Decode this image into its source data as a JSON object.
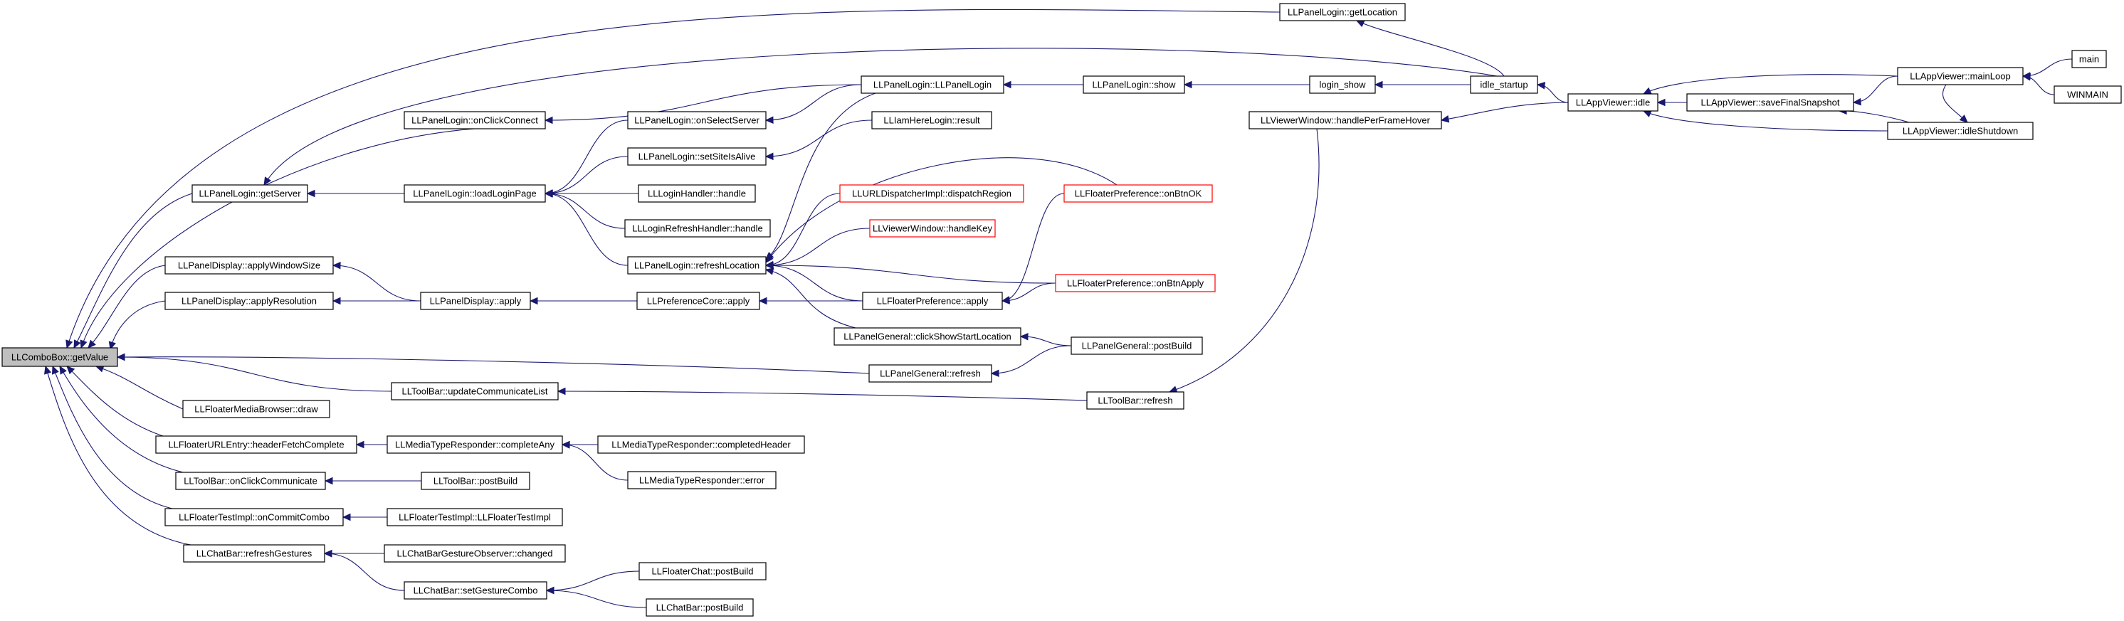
{
  "diagram": {
    "colors": {
      "edge": "#191970",
      "root_fill": "#bfbfbf",
      "truncated_border": "#ff0000",
      "border": "#000000"
    },
    "nodes": {
      "getValue": "LLComboBox::getValue",
      "getLocation": "LLPanelLogin::getLocation",
      "idle_startup": "idle_startup",
      "LLPanelLogin": "LLPanelLogin::LLPanelLogin",
      "show": "LLPanelLogin::show",
      "login_show": "login_show",
      "onClickConnect": "LLPanelLogin::onClickConnect",
      "onSelectServer": "LLPanelLogin::onSelectServer",
      "IamHereLogin": "LLIamHereLogin::result",
      "setSiteIsAlive": "LLPanelLogin::setSiteIsAlive",
      "getServer": "LLPanelLogin::getServer",
      "loadLoginPage": "LLPanelLogin::loadLoginPage",
      "LoginHandler": "LLLoginHandler::handle",
      "LoginRefreshHandler": "LLLoginRefreshHandler::handle",
      "URLDispatcher": "LLURLDispatcherImpl::dispatchRegion",
      "onBtnOK": "LLFloaterPreference::onBtnOK",
      "ViewerHandleKey": "LLViewerWindow::handleKey",
      "refreshLocation": "LLPanelLogin::refreshLocation",
      "applyWindowSize": "LLPanelDisplay::applyWindowSize",
      "applyResolution": "LLPanelDisplay::applyResolution",
      "PanelDisplayApply": "LLPanelDisplay::apply",
      "PreferenceCoreApply": "LLPreferenceCore::apply",
      "FloaterPreferenceApply": "LLFloaterPreference::apply",
      "onBtnApply": "LLFloaterPreference::onBtnApply",
      "clickShowStartLocation": "LLPanelGeneral::clickShowStartLocation",
      "PanelGeneralPostBuild": "LLPanelGeneral::postBuild",
      "PanelGeneralRefresh": "LLPanelGeneral::refresh",
      "updateCommunicateList": "LLToolBar::updateCommunicateList",
      "ToolBarRefresh": "LLToolBar::refresh",
      "FloaterMediaBrowserDraw": "LLFloaterMediaBrowser::draw",
      "headerFetchComplete": "LLFloaterURLEntry::headerFetchComplete",
      "completeAny": "LLMediaTypeResponder::completeAny",
      "completedHeader": "LLMediaTypeResponder::completedHeader",
      "responderError": "LLMediaTypeResponder::error",
      "onClickCommunicate": "LLToolBar::onClickCommunicate",
      "ToolBarPostBuild": "LLToolBar::postBuild",
      "onCommitCombo": "LLFloaterTestImpl::onCommitCombo",
      "FloaterTestImpl": "LLFloaterTestImpl::LLFloaterTestImpl",
      "refreshGestures": "LLChatBar::refreshGestures",
      "GestureObserverChanged": "LLChatBarGestureObserver::changed",
      "setGestureCombo": "LLChatBar::setGestureCombo",
      "FloaterChatPostBuild": "LLFloaterChat::postBuild",
      "ChatBarPostBuild": "LLChatBar::postBuild",
      "handlePerFrameHover": "LLViewerWindow::handlePerFrameHover",
      "AppViewerIdle": "LLAppViewer::idle",
      "saveFinalSnapshot": "LLAppViewer::saveFinalSnapshot",
      "mainLoop": "LLAppViewer::mainLoop",
      "idleShutdown": "LLAppViewer::idleShutdown",
      "main": "main",
      "WINMAIN": "WINMAIN"
    },
    "edges": [
      [
        "getLocation",
        "getValue"
      ],
      [
        "idle_startup",
        "getLocation"
      ],
      [
        "idle_startup",
        "getServer"
      ],
      [
        "onClickConnect",
        "getValue"
      ],
      [
        "LLPanelLogin",
        "onClickConnect"
      ],
      [
        "show",
        "LLPanelLogin"
      ],
      [
        "login_show",
        "show"
      ],
      [
        "idle_startup",
        "login_show"
      ],
      [
        "AppViewerIdle",
        "idle_startup"
      ],
      [
        "getServer",
        "getValue"
      ],
      [
        "loadLoginPage",
        "getServer"
      ],
      [
        "onSelectServer",
        "loadLoginPage"
      ],
      [
        "LLPanelLogin",
        "onSelectServer"
      ],
      [
        "setSiteIsAlive",
        "loadLoginPage"
      ],
      [
        "IamHereLogin",
        "setSiteIsAlive"
      ],
      [
        "LoginHandler",
        "loadLoginPage"
      ],
      [
        "LoginRefreshHandler",
        "loadLoginPage"
      ],
      [
        "refreshLocation",
        "loadLoginPage"
      ],
      [
        "LLPanelLogin",
        "refreshLocation"
      ],
      [
        "URLDispatcher",
        "refreshLocation"
      ],
      [
        "onBtnOK",
        "refreshLocation"
      ],
      [
        "ViewerHandleKey",
        "refreshLocation"
      ],
      [
        "FloaterPreferenceApply",
        "refreshLocation"
      ],
      [
        "onBtnApply",
        "refreshLocation"
      ],
      [
        "clickShowStartLocation",
        "refreshLocation"
      ],
      [
        "applyWindowSize",
        "getValue"
      ],
      [
        "applyResolution",
        "getValue"
      ],
      [
        "PanelDisplayApply",
        "applyWindowSize"
      ],
      [
        "PanelDisplayApply",
        "applyResolution"
      ],
      [
        "PreferenceCoreApply",
        "PanelDisplayApply"
      ],
      [
        "FloaterPreferenceApply",
        "PreferenceCoreApply"
      ],
      [
        "onBtnOK",
        "FloaterPreferenceApply"
      ],
      [
        "onBtnApply",
        "FloaterPreferenceApply"
      ],
      [
        "PanelGeneralPostBuild",
        "clickShowStartLocation"
      ],
      [
        "PanelGeneralRefresh",
        "getValue"
      ],
      [
        "PanelGeneralPostBuild",
        "PanelGeneralRefresh"
      ],
      [
        "updateCommunicateList",
        "getValue"
      ],
      [
        "ToolBarRefresh",
        "updateCommunicateList"
      ],
      [
        "handlePerFrameHover",
        "ToolBarRefresh"
      ],
      [
        "FloaterMediaBrowserDraw",
        "getValue"
      ],
      [
        "headerFetchComplete",
        "getValue"
      ],
      [
        "completeAny",
        "headerFetchComplete"
      ],
      [
        "completedHeader",
        "completeAny"
      ],
      [
        "responderError",
        "completeAny"
      ],
      [
        "onClickCommunicate",
        "getValue"
      ],
      [
        "ToolBarPostBuild",
        "onClickCommunicate"
      ],
      [
        "onCommitCombo",
        "getValue"
      ],
      [
        "FloaterTestImpl",
        "onCommitCombo"
      ],
      [
        "refreshGestures",
        "getValue"
      ],
      [
        "GestureObserverChanged",
        "refreshGestures"
      ],
      [
        "setGestureCombo",
        "refreshGestures"
      ],
      [
        "FloaterChatPostBuild",
        "setGestureCombo"
      ],
      [
        "ChatBarPostBuild",
        "setGestureCombo"
      ],
      [
        "AppViewerIdle",
        "handlePerFrameHover"
      ],
      [
        "saveFinalSnapshot",
        "AppViewerIdle"
      ],
      [
        "mainLoop",
        "AppViewerIdle"
      ],
      [
        "idleShutdown",
        "AppViewerIdle"
      ],
      [
        "mainLoop",
        "saveFinalSnapshot"
      ],
      [
        "idleShutdown",
        "saveFinalSnapshot"
      ],
      [
        "mainLoop",
        "idleShutdown"
      ],
      [
        "main",
        "mainLoop"
      ],
      [
        "WINMAIN",
        "mainLoop"
      ]
    ]
  }
}
